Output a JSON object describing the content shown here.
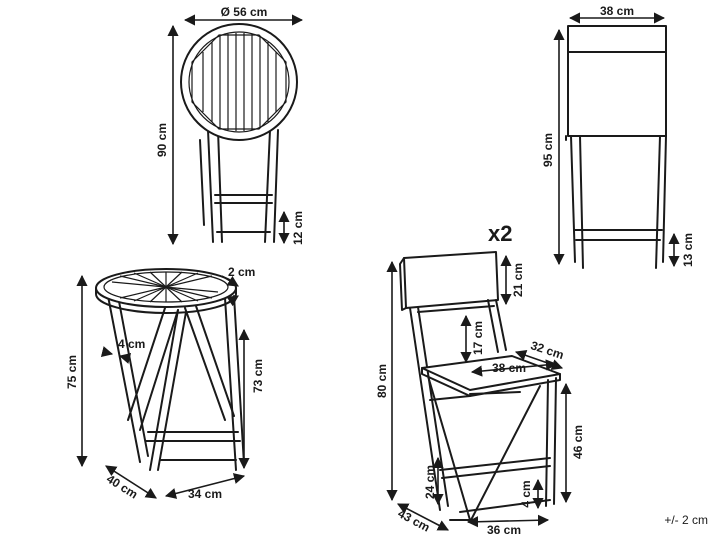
{
  "labels": {
    "table_folded_diameter": "Ø 56 cm",
    "table_folded_height": "90 cm",
    "table_folded_foot": "12 cm",
    "chair_folded_width": "38 cm",
    "chair_folded_height": "95 cm",
    "chair_folded_foot": "13 cm",
    "quantity": "x2",
    "table_top_thickness": "2 cm",
    "table_leg_width": "4 cm",
    "table_height": "75 cm",
    "table_leg_height": "73 cm",
    "table_depth": "40 cm",
    "table_width": "34 cm",
    "chair_back_height": "21 cm",
    "chair_back_gap": "17 cm",
    "chair_seat_depth": "32 cm",
    "chair_seat_width": "38 cm",
    "chair_height": "80 cm",
    "chair_seat_height": "46 cm",
    "chair_lower_bar": "24 cm",
    "chair_foot": "4 cm",
    "chair_depth": "43 cm",
    "chair_width": "36 cm",
    "tolerance": "+/- 2 cm"
  }
}
